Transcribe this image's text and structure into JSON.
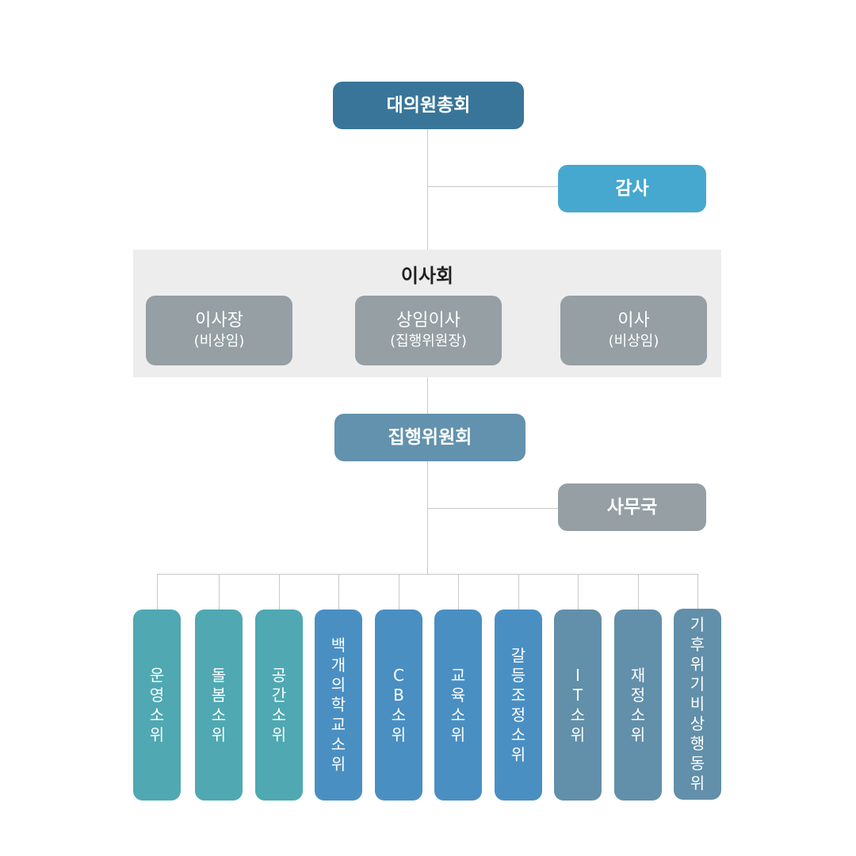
{
  "nodes": {
    "general_assembly": "대의원총회",
    "auditor": "감사",
    "board": "이사회",
    "chairman": {
      "title": "이사장",
      "note": "(비상임)"
    },
    "standing_director": {
      "title": "상임이사",
      "note": "(집행위원장)"
    },
    "director": {
      "title": "이사",
      "note": "(비상임)"
    },
    "executive_committee": "집행위원회",
    "secretariat": "사무국"
  },
  "subcommittees": [
    {
      "label": "운영소위",
      "color": "#4fa8b2"
    },
    {
      "label": "돌봄소위",
      "color": "#4fa8b2"
    },
    {
      "label": "공간소위",
      "color": "#4fa8b2"
    },
    {
      "label": "백개의학교소위",
      "color": "#4a8fc2"
    },
    {
      "label": "CB소위",
      "color": "#4a8fc2"
    },
    {
      "label": "교육소위",
      "color": "#4a8fc2"
    },
    {
      "label": "갈등조정소위",
      "color": "#4a8fc2"
    },
    {
      "label": "IT소위",
      "color": "#628fa9"
    },
    {
      "label": "재정소위",
      "color": "#628fa9"
    },
    {
      "label": "기후위기비상행동위",
      "color": "#628fa9"
    }
  ],
  "colors": {
    "general_assembly": "#387598",
    "auditor": "#46a8cf",
    "member_box": "#959fa4",
    "executive_committee": "#6292ad",
    "secretariat": "#959fa4",
    "connector": "#c9c9c9",
    "board_panel": "#ededed"
  }
}
